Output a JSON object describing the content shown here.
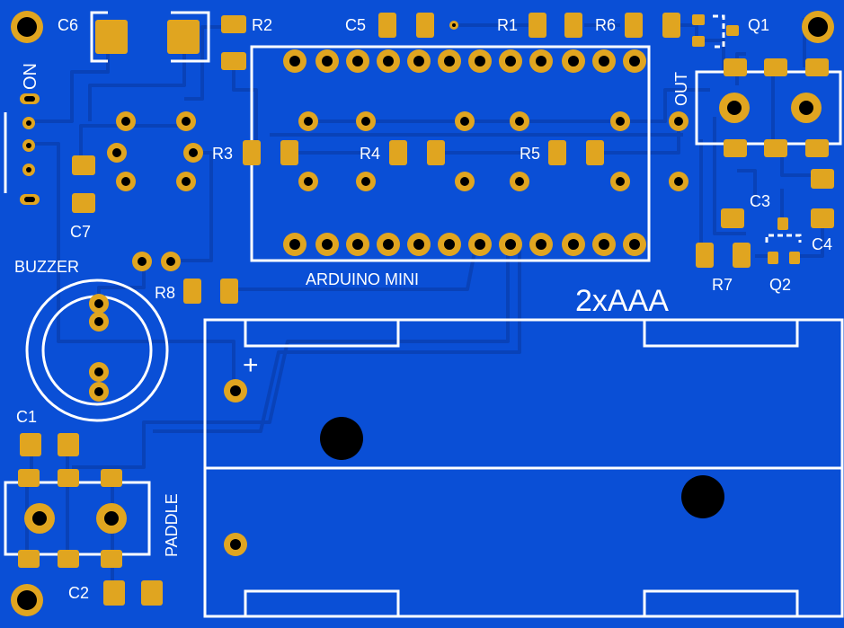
{
  "colors": {
    "board": "#0a4fd6",
    "trace": "#0942b8",
    "pad": "#e0a520",
    "silk": "#ffffff",
    "hole": "#000000"
  },
  "labels": {
    "c6": "C6",
    "r2": "R2",
    "c5": "C5",
    "r1": "R1",
    "r6": "R6",
    "q1": "Q1",
    "on": "ON",
    "out": "OUT",
    "r3": "R3",
    "r4": "R4",
    "r5": "R5",
    "c3": "C3",
    "c4": "C4",
    "c7": "C7",
    "buzzer": "BUZZER",
    "arduino": "ARDUINO MINI",
    "r7": "R7",
    "q2": "Q2",
    "r8": "R8",
    "battery": "2xAAA",
    "plus": "+",
    "c1": "C1",
    "paddle": "PADDLE",
    "c2": "C2"
  }
}
